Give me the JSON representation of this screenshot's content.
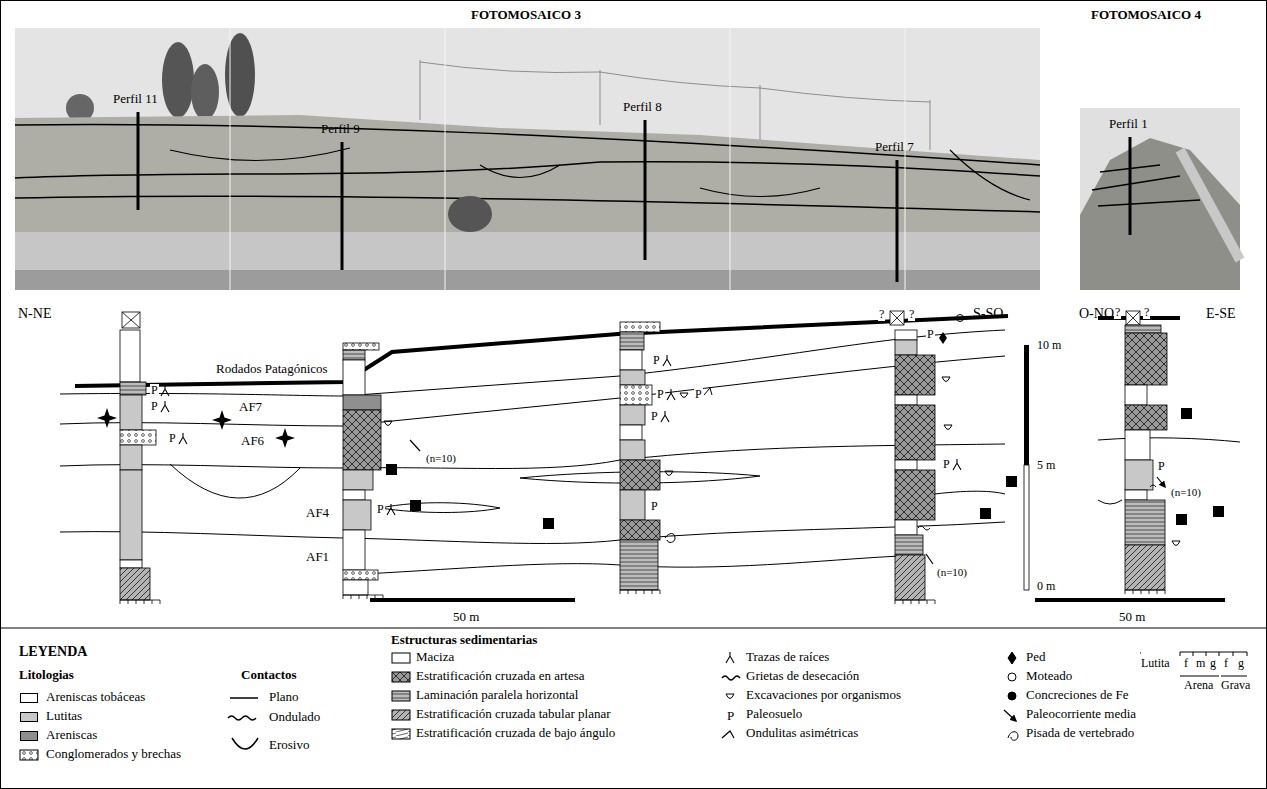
{
  "diagram": {
    "labels": [
      "FOTOMOSAICO 3",
      "FOTOMOSAICO 4",
      "Perfil 11",
      "Perfil 9",
      "Perfil 8",
      "Perfil 7",
      "Perfil 1",
      "N-NE",
      "S-SO",
      "O-NO",
      "E-SE",
      "Rodados Patagónicos",
      "AF7",
      "AF6",
      "AF4",
      "AF1",
      "(n=10)",
      "(n=10)",
      "(n=10)",
      "10 m",
      "5 m",
      "0 m",
      "50 m",
      "50 m",
      "P",
      "P",
      "P",
      "P",
      "P",
      "P",
      "P",
      "P",
      "P",
      "P",
      "P",
      "P",
      "?",
      "?",
      "?",
      "?",
      "LEYENDA",
      "Litologias",
      "Contactos",
      "Estructuras sedimentarias",
      "P",
      "Lutita",
      "f",
      "m",
      "g",
      "f",
      "g",
      "Arena",
      "Grava"
    ],
    "legend": [
      {
        "text": "Areniscas tobáceas",
        "color": "#ffffff"
      },
      {
        "text": "Lutitas",
        "color": "#c8c8c8"
      },
      {
        "text": "Areniscas",
        "color": "#8f8f8f"
      },
      {
        "text": "Conglomerados y brechas"
      },
      {
        "text": "Plano"
      },
      {
        "text": "Ondulado"
      },
      {
        "text": "Erosivo"
      },
      {
        "text": "Maciza"
      },
      {
        "text": "Estratificación cruzada en artesa"
      },
      {
        "text": "Laminación paralela horizontal"
      },
      {
        "text": "Estratificación cruzada tabular planar"
      },
      {
        "text": "Estratificación cruzada de bajo ángulo"
      },
      {
        "text": "Trazas de raíces"
      },
      {
        "text": "Grietas de desecación"
      },
      {
        "text": "Excavaciones por organismos"
      },
      {
        "text": "Paleosuelo"
      },
      {
        "text": "Ondulitas asimétricas"
      },
      {
        "text": "Ped"
      },
      {
        "text": "Moteado"
      },
      {
        "text": "Concreciones de Fe"
      },
      {
        "text": "Paleocorriente media"
      },
      {
        "text": "Pisada de vertebrado"
      }
    ]
  }
}
